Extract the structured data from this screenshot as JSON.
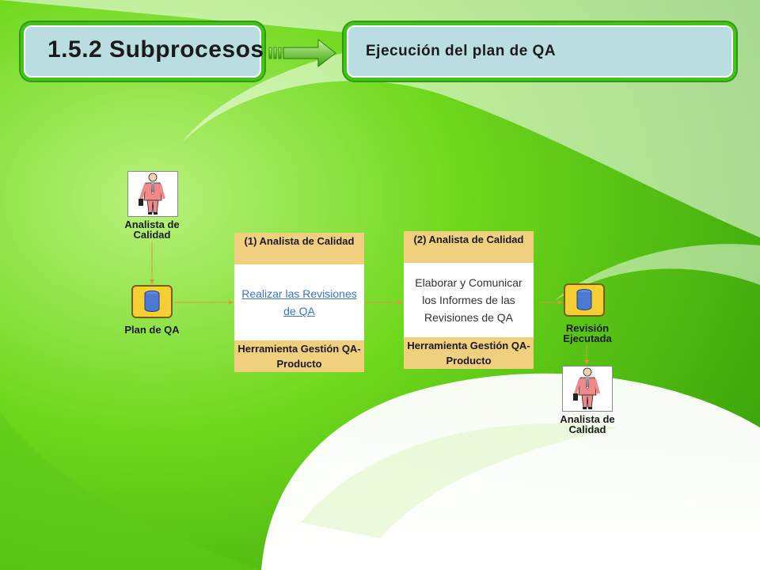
{
  "header": {
    "section_title": "1.5.2 Subprocesos",
    "subtitle": "Ejecución del plan de QA"
  },
  "diagram": {
    "actor_top_label": "Analista de Calidad",
    "input_db_label": "Plan de QA",
    "process1": {
      "role": "(1) Analista de Calidad",
      "task": "Realizar las Revisiones de QA",
      "tool": "Herramienta Gestión QA-Producto"
    },
    "process2": {
      "role": "(2) Analista de Calidad",
      "task": "Elaborar y Comunicar los Informes de las Revisiones de QA",
      "tool": "Herramienta Gestión QA-Producto"
    },
    "output_db_label": "Revisión Ejecutada",
    "actor_bottom_label": "Analista de Calidad"
  },
  "colors": {
    "header_fill": "#b9dde1",
    "header_border": "#44c21c",
    "process_band": "#f0cf7e",
    "database": "#f5cf33",
    "link": "#3c73d0"
  }
}
